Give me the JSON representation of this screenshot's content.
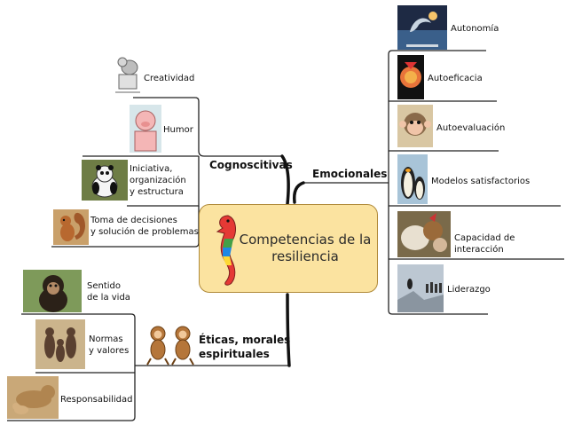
{
  "center": {
    "title_line1": "Competencias de la",
    "title_line2": "resiliencia"
  },
  "branches": {
    "cognoscitivas": {
      "title": "Cognoscitivas",
      "items": [
        {
          "label": "Creatividad"
        },
        {
          "label": "Humor"
        },
        {
          "label_lines": [
            "Iniciativa,",
            "organización",
            "y estructura"
          ]
        },
        {
          "label_lines": [
            "Toma de decisiones",
            "y solución de problemas"
          ]
        }
      ]
    },
    "emocionales": {
      "title": "Emocionales",
      "items": [
        {
          "label": "Autonomía"
        },
        {
          "label": "Autoeficacia"
        },
        {
          "label": "Autoevaluación"
        },
        {
          "label": "Modelos  satisfactorios"
        },
        {
          "label": "Capacidad de interacción"
        },
        {
          "label": "Liderazgo"
        }
      ]
    },
    "eticas": {
      "title_line1": "Éticas, morales",
      "title_line2": "espirituales",
      "items": [
        {
          "label_lines": [
            "Sentido",
            "de la vida"
          ]
        },
        {
          "label_lines": [
            "Normas",
            "y valores"
          ]
        },
        {
          "label": "Responsabilidad"
        }
      ]
    }
  },
  "colors": {
    "center_fill": "#fbe3a0",
    "center_border": "#b08a3a",
    "line": "#222222"
  }
}
